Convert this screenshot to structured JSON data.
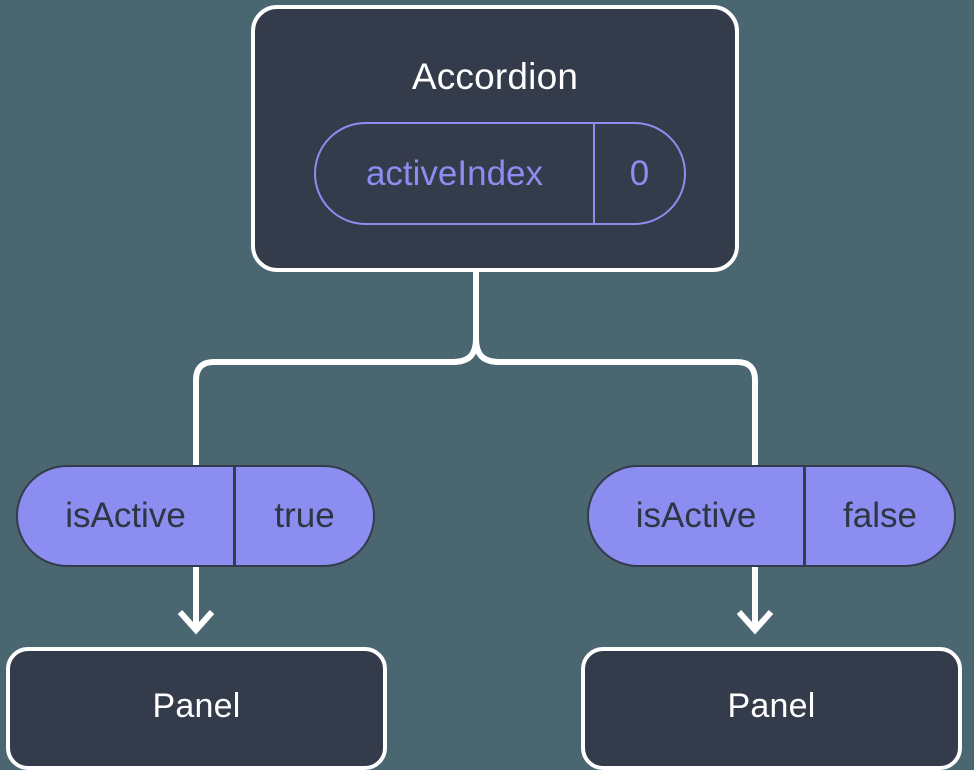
{
  "theme": {
    "background": "#4a6670",
    "node_fill": "#343b4a",
    "node_stroke": "#ffffff",
    "accent_purple": "#8b8ef0",
    "pill_text_dark": "#2f3542",
    "connector": "#ffffff"
  },
  "diagram": {
    "type": "component-tree",
    "root": {
      "label": "Accordion",
      "prop": {
        "key": "activeIndex",
        "value": "0"
      }
    },
    "children": [
      {
        "prop": {
          "key": "isActive",
          "value": "true"
        },
        "label": "Panel"
      },
      {
        "prop": {
          "key": "isActive",
          "value": "false"
        },
        "label": "Panel"
      }
    ]
  }
}
